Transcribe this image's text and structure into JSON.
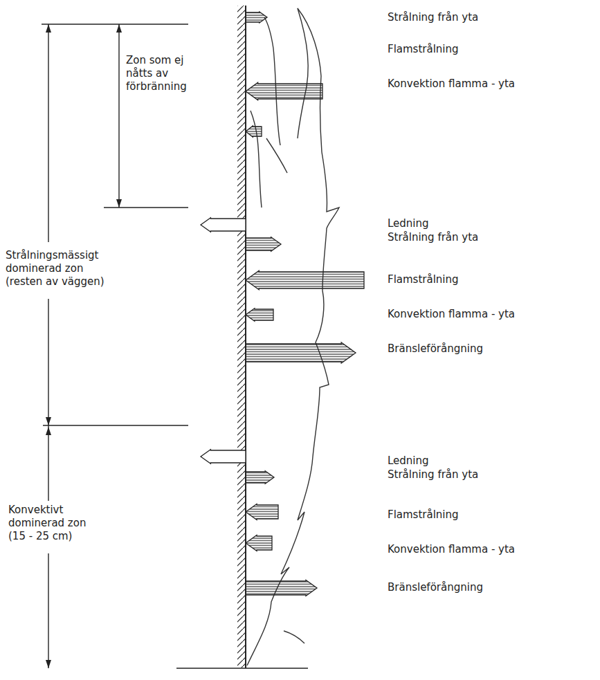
{
  "diagram": {
    "labels": [
      "Strålning från yta",
      "Flamstrålning",
      "Konvektion flamma - yta",
      "Zon som ej nåtts av förbränning",
      "Strålningsmässigt dominerad zon (resten av väggen)",
      "Ledning",
      "Strålning från yta",
      "Flamstrålning",
      "Konvektion flamma - yta",
      "Bränsleförångning",
      "Konvektivt dominerad zon (15 - 25 cm)",
      "Ledning",
      "Strålning från yta",
      "Flamstrålning",
      "Konvektion flamma - yta",
      "Bränsleförångning"
    ]
  }
}
